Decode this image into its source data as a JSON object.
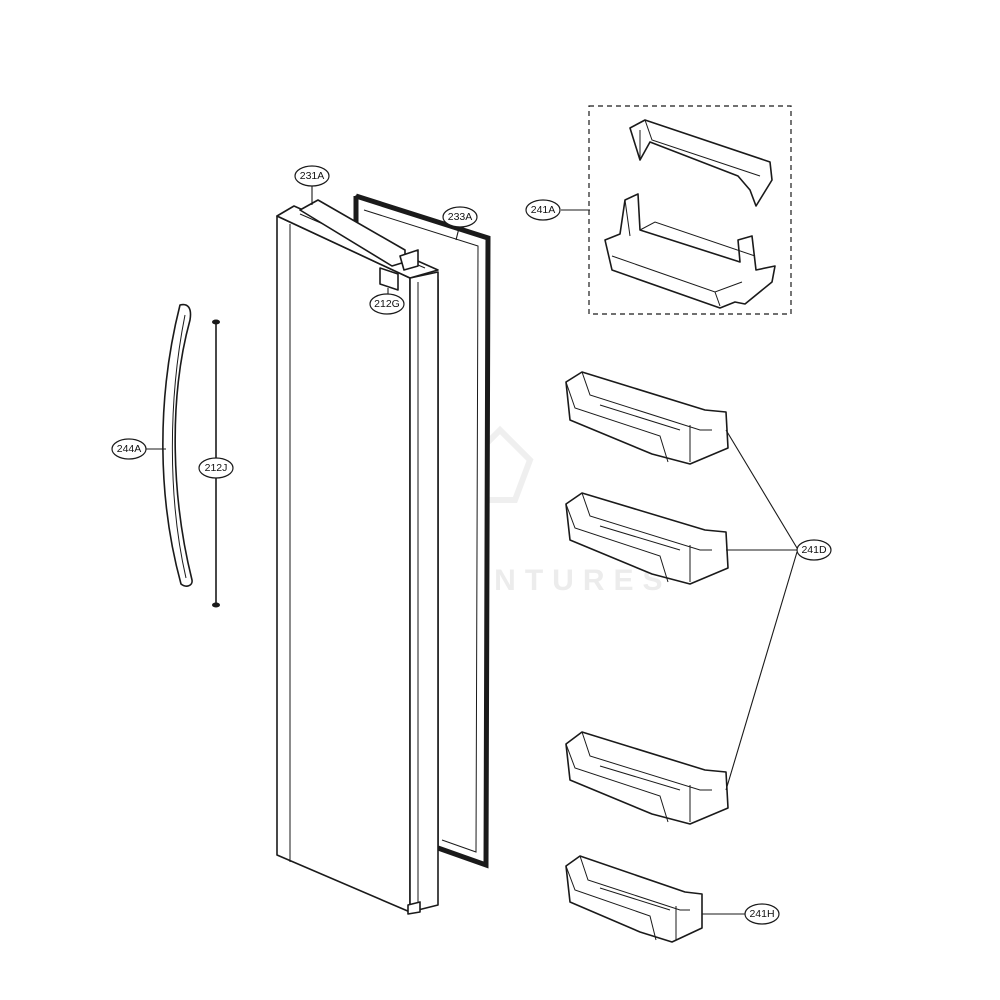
{
  "watermark": "LEADVENTURES",
  "callouts": {
    "door_assembly": "231A",
    "gasket": "233A",
    "label_part": "212G",
    "handle": "244A",
    "handle_screw": "212J",
    "basket_assembly": "241A",
    "door_baskets": "241D",
    "small_basket": "241H"
  },
  "colors": {
    "line": "#1a1a1a",
    "background": "#ffffff",
    "watermark": "#ececec"
  }
}
